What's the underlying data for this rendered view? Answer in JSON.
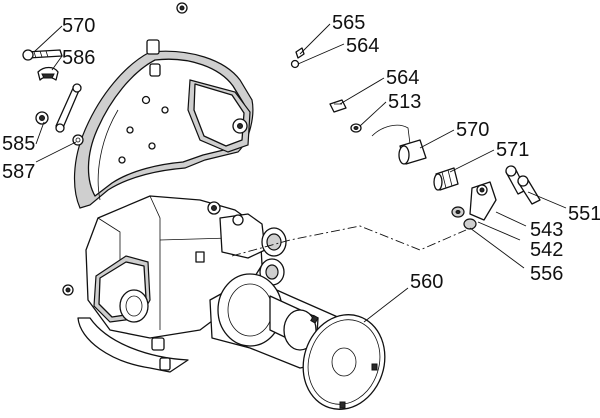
{
  "callouts": {
    "c570a": "570",
    "c586": "586",
    "c585": "585",
    "c587": "587",
    "c565": "565",
    "c564a": "564",
    "c564b": "564",
    "c513": "513",
    "c570b": "570",
    "c571": "571",
    "c551": "551",
    "c543": "543",
    "c542": "542",
    "c556": "556",
    "c560": "560"
  }
}
